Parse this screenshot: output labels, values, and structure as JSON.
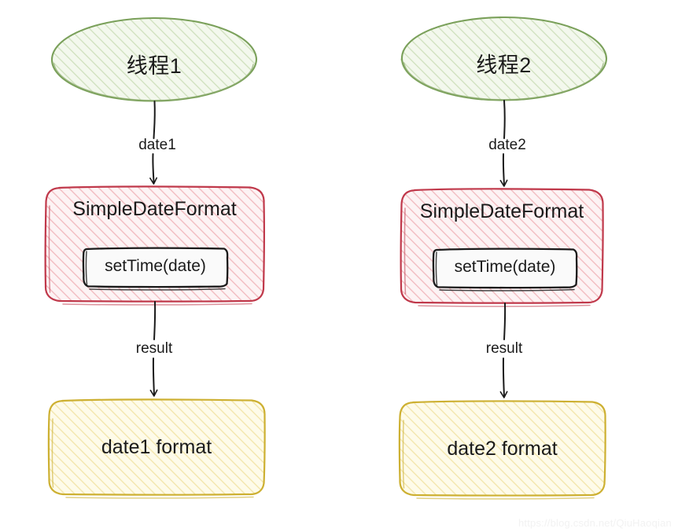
{
  "diagram": {
    "title": "SimpleDateFormat multi-thread shared instance diagram",
    "background": "#ffffff",
    "watermark": "https://blog.csdn.net/QiuHaoqian",
    "colors": {
      "thread_stroke": "#7aa05a",
      "thread_fill": "#eef5e6",
      "thread_hatch": "#cfe0bd",
      "sdf_stroke": "#c0394b",
      "sdf_fill": "#fbeff0",
      "sdf_hatch": "#f0b8bd",
      "method_stroke": "#1a1a1a",
      "method_fill": "#fafafa",
      "result_stroke": "#cdb032",
      "result_fill": "#fdf8e3",
      "result_hatch": "#f0e2a8",
      "arrow_stroke": "#1a1a1a",
      "text": "#1a1a1a"
    },
    "columns": [
      {
        "id": "left",
        "thread": {
          "label": "线程1",
          "shape": "ellipse"
        },
        "edge_top": {
          "label": "date1"
        },
        "processor": {
          "label": "SimpleDateFormat",
          "shape": "rounded-rect",
          "method": {
            "label": "setTime(date)"
          }
        },
        "edge_bottom": {
          "label": "result"
        },
        "output": {
          "label": "date1 format",
          "shape": "rounded-rect"
        }
      },
      {
        "id": "right",
        "thread": {
          "label": "线程2",
          "shape": "ellipse"
        },
        "edge_top": {
          "label": "date2"
        },
        "processor": {
          "label": "SimpleDateFormat",
          "shape": "rounded-rect",
          "method": {
            "label": "setTime(date)"
          }
        },
        "edge_bottom": {
          "label": "result"
        },
        "output": {
          "label": "date2 format",
          "shape": "rounded-rect"
        }
      }
    ]
  }
}
